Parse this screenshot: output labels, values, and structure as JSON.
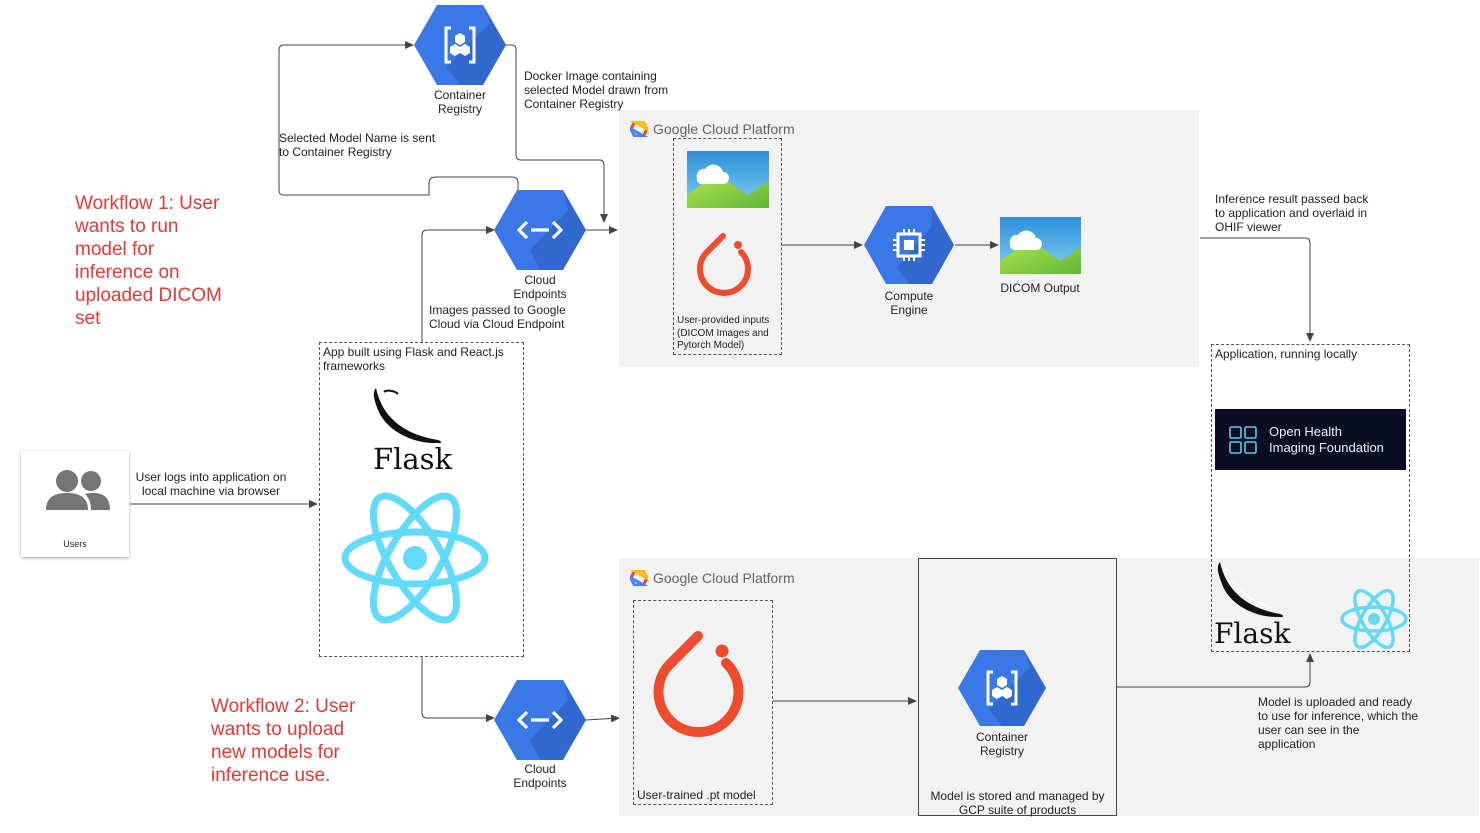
{
  "workflows": {
    "workflow1": "Workflow 1: User\nwants to run\nmodel for\ninference on\nuploaded DICOM\nset",
    "workflow2": "Workflow 2: User\nwants to upload\nnew models for\ninference use."
  },
  "nodes": {
    "container_registry_top": "Container\nRegistry",
    "cloud_endpoints_top": "Cloud\nEndpoints",
    "cloud_endpoints_bottom": "Cloud\nEndpoints",
    "compute_engine": "Compute\nEngine",
    "dicom_output": "DICOM Output",
    "container_registry_bottom": "Container\nRegistry",
    "users": "Users"
  },
  "gcp": {
    "logo_text": "Google Cloud Platform"
  },
  "boxes": {
    "user_inputs": "User-provided inputs\n(DICOM Images and\nPytorch Model)",
    "app_box": "App built using Flask and React.js\nframeworks",
    "local_app": "Application, running locally",
    "user_trained": "User-trained .pt model",
    "model_stored": "Model is stored and managed by\nGCP suite of products"
  },
  "edge_labels": {
    "docker_image": "Docker Image containing\nselected Model drawn from\nContainer Registry",
    "model_name_sent": "Selected Model Name is sent\nto Container Registry",
    "images_passed": "Images passed to Google\nCloud via Cloud Endpoint",
    "user_logs_in": "User logs into application on\nlocal machine via browser",
    "inference_result": "Inference result passed back\nto application and overlaid in\nOHIF viewer",
    "model_uploaded": "Model is uploaded and ready\nto use for inference, which the\nuser can see in the\napplication"
  },
  "logos": {
    "flask": "Flask",
    "ohif": "Open Health\nImaging Foundation"
  },
  "colors": {
    "gcp_blue": "#3b78e7",
    "gcp_blue_dark": "#2a5bb8",
    "workflow_red": "#e53935",
    "react_cyan": "#61dafb",
    "pytorch_orange": "#ee4c2c",
    "ohif_bg": "#0a0d23"
  }
}
